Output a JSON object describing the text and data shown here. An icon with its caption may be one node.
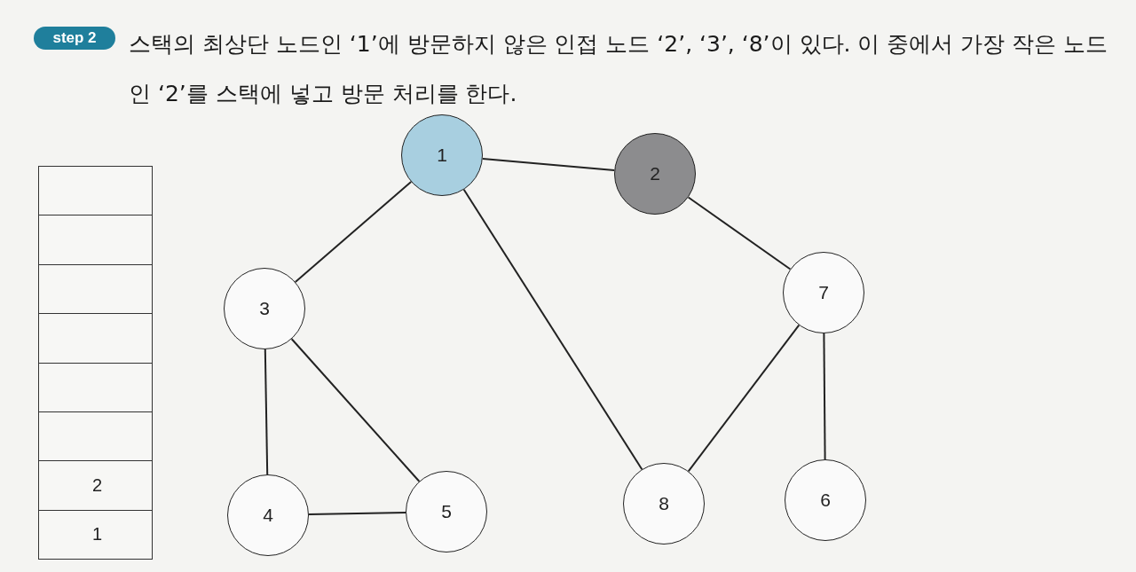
{
  "diagram": {
    "title": "스택의 최상단 노드인 ‘1’에 방문하지 않은 인접 노드 ‘2’, ‘3’, ‘8’이 있다. 이 중에서 가장 작은 노드인 ‘2’를 스택에 넣고 방문 처리를 한다.",
    "nodes": [
      {
        "text": [
          "1"
        ]
      },
      {
        "text": [
          "2"
        ]
      },
      {
        "text": [
          "3"
        ]
      },
      {
        "text": [
          "7"
        ]
      },
      {
        "text": [
          "4"
        ]
      },
      {
        "text": [
          "5"
        ]
      },
      {
        "text": [
          "8"
        ]
      },
      {
        "text": [
          "6"
        ]
      }
    ],
    "edges": [
      {
        "from": 0,
        "to": 1,
        "arrow": "none"
      },
      {
        "from": 0,
        "to": 2,
        "arrow": "none"
      },
      {
        "from": 0,
        "to": 6,
        "arrow": "none"
      },
      {
        "from": 1,
        "to": 3,
        "arrow": "none"
      },
      {
        "from": 2,
        "to": 4,
        "arrow": "none"
      },
      {
        "from": 2,
        "to": 5,
        "arrow": "none"
      },
      {
        "from": 4,
        "to": 5,
        "arrow": "none"
      },
      {
        "from": 3,
        "to": 6,
        "arrow": "none"
      },
      {
        "from": 3,
        "to": 7,
        "arrow": "none"
      }
    ],
    "labels": [
      "step 2",
      "2",
      "1"
    ]
  }
}
